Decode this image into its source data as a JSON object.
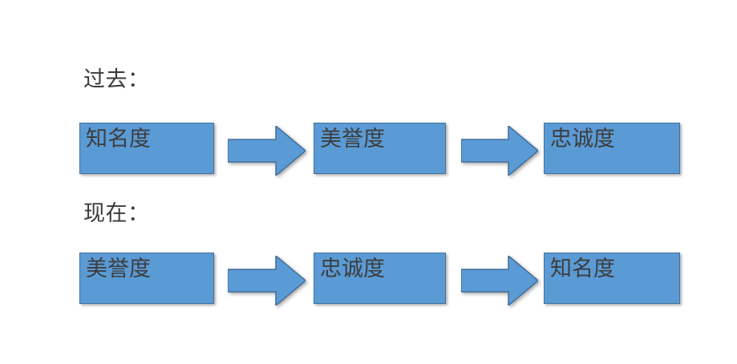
{
  "slide": {
    "background_color": "#FFFFFF",
    "box_fill_color": "#5B9BD5",
    "box_border_color": "#41719C",
    "text_color": "#3D3D3D",
    "label_color": "#3A3A3A"
  },
  "rows": [
    {
      "label": "过去：",
      "label_name": "past-label",
      "boxes": [
        {
          "text": "知名度"
        },
        {
          "text": "美誉度"
        },
        {
          "text": "忠诚度"
        }
      ],
      "arrows": [
        {
          "icon": "right-arrow-icon"
        },
        {
          "icon": "right-arrow-icon"
        }
      ]
    },
    {
      "label": "现在：",
      "label_name": "present-label",
      "boxes": [
        {
          "text": "美誉度"
        },
        {
          "text": "忠诚度"
        },
        {
          "text": "知名度"
        }
      ],
      "arrows": [
        {
          "icon": "right-arrow-icon"
        },
        {
          "icon": "right-arrow-icon"
        }
      ]
    }
  ]
}
